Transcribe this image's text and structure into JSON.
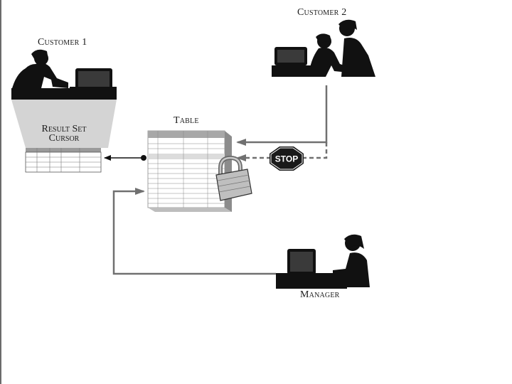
{
  "labels": {
    "customer1": "Customer 1",
    "customer2": "Customer 2",
    "table": "Table",
    "result_set": "Result Set",
    "cursor": "Cursor",
    "manager": "Manager",
    "stop": "STOP"
  },
  "icons": {
    "customer1": "person-at-computer-icon",
    "customer2": "two-people-at-computer-icon",
    "manager": "person-at-computer-icon",
    "lock": "padlock-icon",
    "stop": "stop-sign-icon"
  },
  "colors": {
    "silhouette": "#111111",
    "arrow": "#707070",
    "funnel": "#d4d4d4",
    "stop_sign": "#1a1a1a"
  }
}
